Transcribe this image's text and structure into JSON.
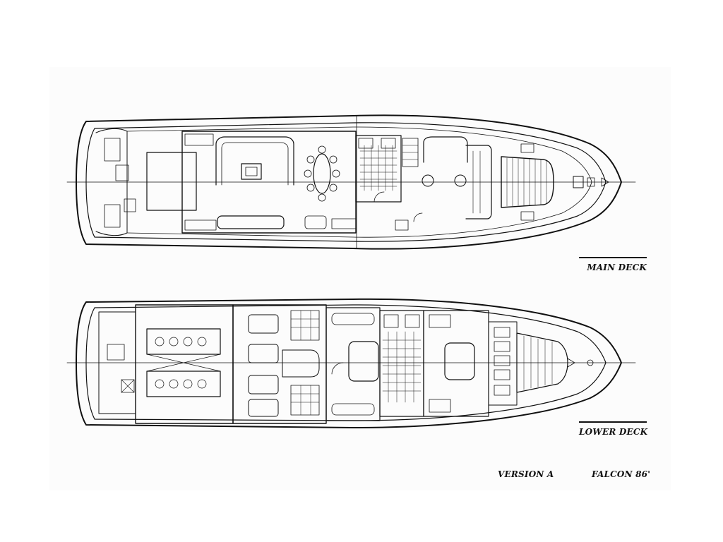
{
  "labels": {
    "main_deck": "MAIN DECK",
    "lower_deck": "LOWER DECK",
    "version": "VERSION A",
    "model": "FALCON 86'"
  },
  "colors": {
    "ink": "#111111",
    "paper": "#ffffff",
    "sheet": "#fcfcfc"
  }
}
